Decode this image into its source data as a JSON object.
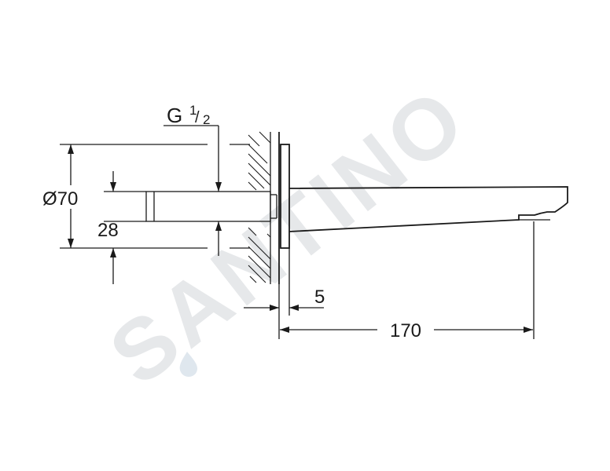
{
  "watermark": {
    "text": "SANTINO",
    "drop_color": "#dfe7ee"
  },
  "dimensions": {
    "thread_main": "G",
    "thread_num": "1",
    "thread_den": "2",
    "diameter": "Ø70",
    "height": "28",
    "wall_gap": "5",
    "length": "170"
  },
  "colors": {
    "line": "#1a1a1a",
    "background": "#ffffff"
  }
}
